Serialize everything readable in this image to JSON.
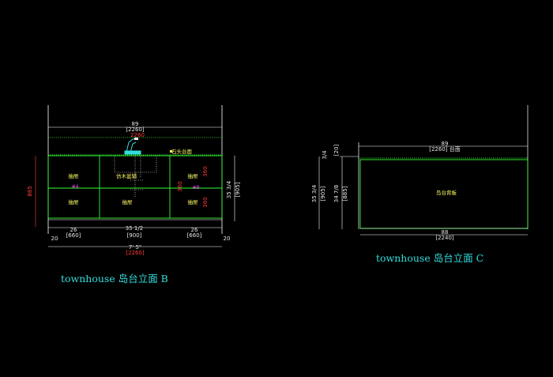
{
  "elevation_b": {
    "title": "townhouse 岛台立面 B",
    "overall_top_dim": "89",
    "overall_top_dim_mm": "[2260]",
    "overall_top_dim_red": "2260",
    "stone_counter_label": "石头台面",
    "faucet_label": "仿木盆辅",
    "drawer_labels": [
      "抽屉",
      "抽屉",
      "抽屉",
      "抽屉",
      "抽屉"
    ],
    "left_height_red": "885",
    "right_height_red_1": "360",
    "right_height_red_2": "360",
    "right_height_red_3": "360",
    "right_height_dim": "35 3/4",
    "right_height_mm": "[905]",
    "bottom_dims": [
      "26",
      "[660]",
      "35 1/2",
      "[900]",
      "26",
      "[660]"
    ],
    "side_dims": [
      "20",
      "20"
    ],
    "overall_bottom_dim": "7' 5\"",
    "overall_bottom_red": "[2260]"
  },
  "elevation_c": {
    "title": "townhouse 岛台立面 C",
    "top_dim": "89",
    "top_dim_mm": "[2260] 台面",
    "left_dims": [
      "3/4",
      "[20]",
      "35 3/4",
      "[905]",
      "34 7/8",
      "[885]"
    ],
    "panel_label": "岛台背板",
    "bottom_dim": "88",
    "bottom_dim_mm": "[2240]"
  }
}
